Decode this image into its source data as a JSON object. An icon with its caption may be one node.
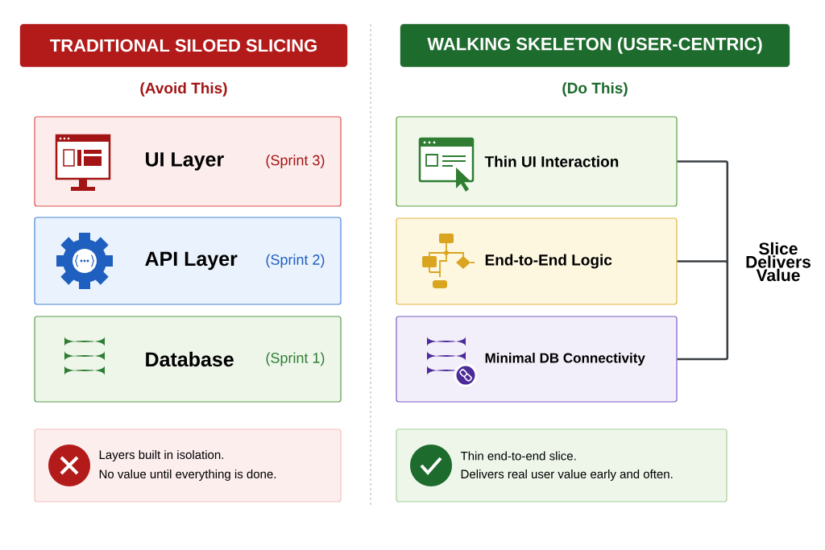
{
  "diagram": {
    "nodes": [
      {
        "text": [
          "TRADITIONAL SILOED SLICING"
        ],
        "beside": [
          "(Avoid This)"
        ]
      },
      {
        "text": [
          "UI Layer",
          "(Sprint 3)"
        ]
      },
      {
        "text": [
          "API Layer",
          "(Sprint 2)"
        ]
      },
      {
        "text": [
          "Database",
          "(Sprint 1)"
        ]
      },
      {
        "text": [
          "Layers built in isolation.",
          "No value until everything is done."
        ]
      },
      {
        "text": [
          "WALKING SKELETON (USER-CENTRIC)"
        ],
        "beside": [
          "(Do This)"
        ]
      },
      {
        "text": [
          "Thin UI Interaction"
        ]
      },
      {
        "text": [
          "End-to-End Logic"
        ]
      },
      {
        "text": [
          "Minimal DB Connectivity"
        ]
      },
      {
        "text": [
          "Thin end-to-end slice.",
          "Delivers real user value early and often."
        ]
      },
      {
        "text": [
          "Slice Delivers Value"
        ]
      }
    ],
    "edges": [
      {
        "from": 6,
        "to": 10,
        "arrow": "none"
      },
      {
        "from": 7,
        "to": 10,
        "arrow": "none"
      },
      {
        "from": 8,
        "to": 10,
        "arrow": "none"
      }
    ]
  }
}
